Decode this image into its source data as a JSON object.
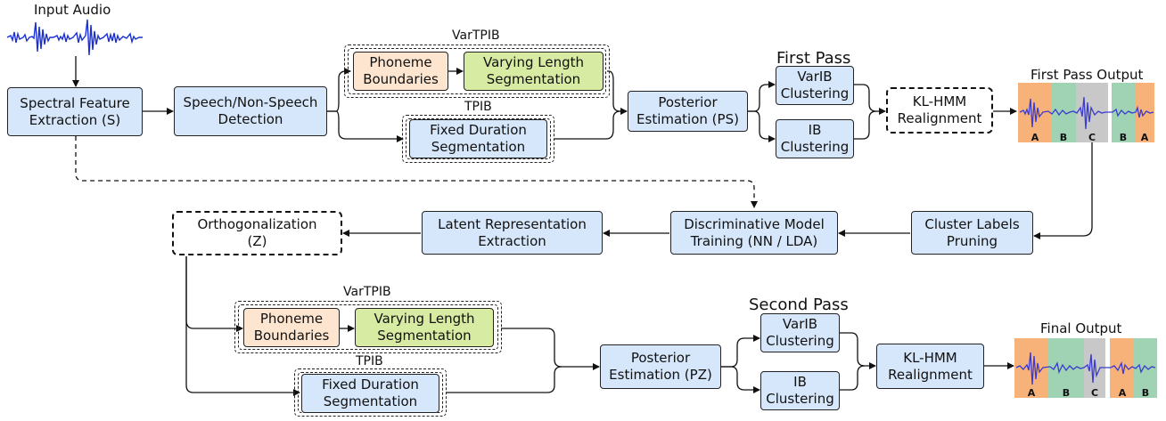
{
  "input_label": "Input Audio",
  "boxes": {
    "spectral": "Spectral Feature\nExtraction (S)",
    "speech": "Speech/Non-Speech\nDetection",
    "phoneme1": "Phoneme\nBoundaries",
    "varying1": "Varying Length\nSegmentation",
    "fixed1": "Fixed Duration\nSegmentation",
    "post1": "Posterior\nEstimation (PS)",
    "varib1": "VarIB\nClustering",
    "ib1": "IB\nClustering",
    "klhmm1": "KL-HMM\nRealignment",
    "orth": "Orthogonalization\n(Z)",
    "latent": "Latent Representation\nExtraction",
    "disc": "Discriminative Model\nTraining (NN / LDA)",
    "prune": "Cluster Labels\nPruning",
    "phoneme2": "Phoneme\nBoundaries",
    "varying2": "Varying Length\nSegmentation",
    "fixed2": "Fixed Duration\nSegmentation",
    "post2": "Posterior\nEstimation (PZ)",
    "varib2": "VarIB\nClustering",
    "ib2": "IB\nClustering",
    "klhmm2": "KL-HMM\nRealignment"
  },
  "groups": {
    "vartpib1": "VarTPIB",
    "tpib1": "TPIB",
    "vartpib2": "VarTPIB",
    "tpib2": "TPIB"
  },
  "pass_titles": {
    "first": "First Pass",
    "second": "Second Pass"
  },
  "outputs": {
    "first_label": "First Pass Output",
    "final_label": "Final Output",
    "first_segments": [
      "A",
      "B",
      "C",
      "B",
      "A"
    ],
    "final_segments": [
      "A",
      "B",
      "C",
      "A",
      "B"
    ]
  },
  "colors": {
    "blue_box": "#d6e7fb",
    "peach_box": "#fde5cf",
    "green_box": "#d8eba3",
    "speaker_A": "#f7b27a",
    "speaker_B": "#9fd3b4",
    "speaker_C": "#c8c8c8",
    "waveform": "#1a2fd6"
  }
}
